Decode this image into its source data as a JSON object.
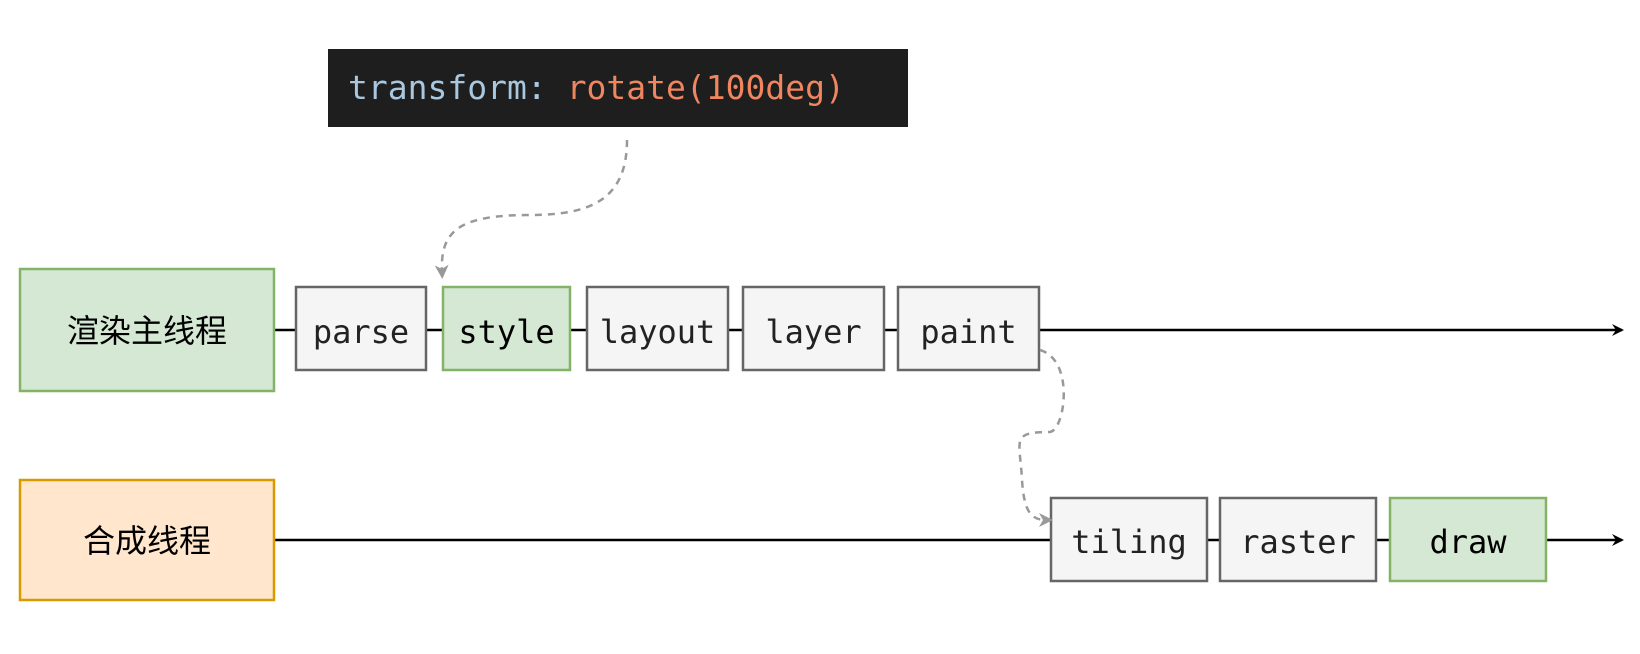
{
  "code_snippet": {
    "property": "transform:",
    "value": "rotate(100deg)",
    "property_color": "#a9c7df",
    "value_color": "#f0865f",
    "background": "#1e1e1e"
  },
  "threads": {
    "main": {
      "label": "渲染主线程",
      "fill": "#d5e8d4",
      "stroke": "#82b366",
      "steps": [
        {
          "label": "parse",
          "highlight": false
        },
        {
          "label": "style",
          "highlight": true
        },
        {
          "label": "layout",
          "highlight": false
        },
        {
          "label": "layer",
          "highlight": false
        },
        {
          "label": "paint",
          "highlight": false
        }
      ]
    },
    "compositor": {
      "label": "合成线程",
      "fill": "#ffe6cc",
      "stroke": "#d79b00",
      "steps": [
        {
          "label": "tiling",
          "highlight": false
        },
        {
          "label": "raster",
          "highlight": false
        },
        {
          "label": "draw",
          "highlight": true
        }
      ]
    }
  },
  "colors": {
    "step_fill": "#f5f5f5",
    "step_stroke": "#666666",
    "highlight_fill": "#d5e8d4",
    "highlight_stroke": "#82b366",
    "line": "#000000",
    "dashed": "#999999"
  }
}
